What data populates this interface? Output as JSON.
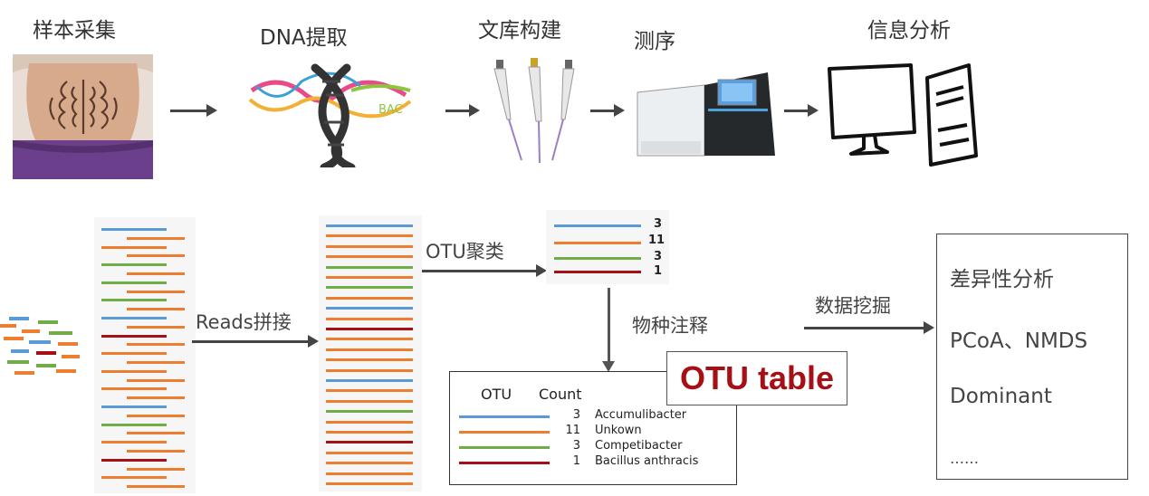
{
  "steps": {
    "sample": "样本采集",
    "dna": "DNA提取",
    "library": "文库构建",
    "sequencing": "测序",
    "analysis": "信息分析"
  },
  "flow": {
    "reads_join": "Reads拼接",
    "otu_cluster": "OTU聚类",
    "annotation": "物种注释",
    "data_mining": "数据挖掘"
  },
  "cluster_counts": [
    "3",
    "11",
    "3",
    "1"
  ],
  "otu_table": {
    "badge": "OTU table",
    "header_otu": "OTU",
    "header_count": "Count",
    "rows": [
      {
        "count": "3",
        "name": "Accumulibacter",
        "color": "#5b9bd5"
      },
      {
        "count": "11",
        "name": "Unkown",
        "color": "#ed7d31"
      },
      {
        "count": "3",
        "name": "Competibacter",
        "color": "#70ad47"
      },
      {
        "count": "1",
        "name": "Bacillus anthracis",
        "color": "#a50f15"
      }
    ]
  },
  "results": [
    "差异性分析",
    "PCoA、NMDS",
    "Dominant",
    "……"
  ],
  "dna_label": "BAC",
  "colors": {
    "blue": "#5b9bd5",
    "orange": "#ed7d31",
    "green": "#70ad47",
    "red": "#a50f15"
  },
  "icons": [
    "belly-photo",
    "dna-helix-icon",
    "pipette-icon",
    "sequencer-icon",
    "computer-icon"
  ]
}
